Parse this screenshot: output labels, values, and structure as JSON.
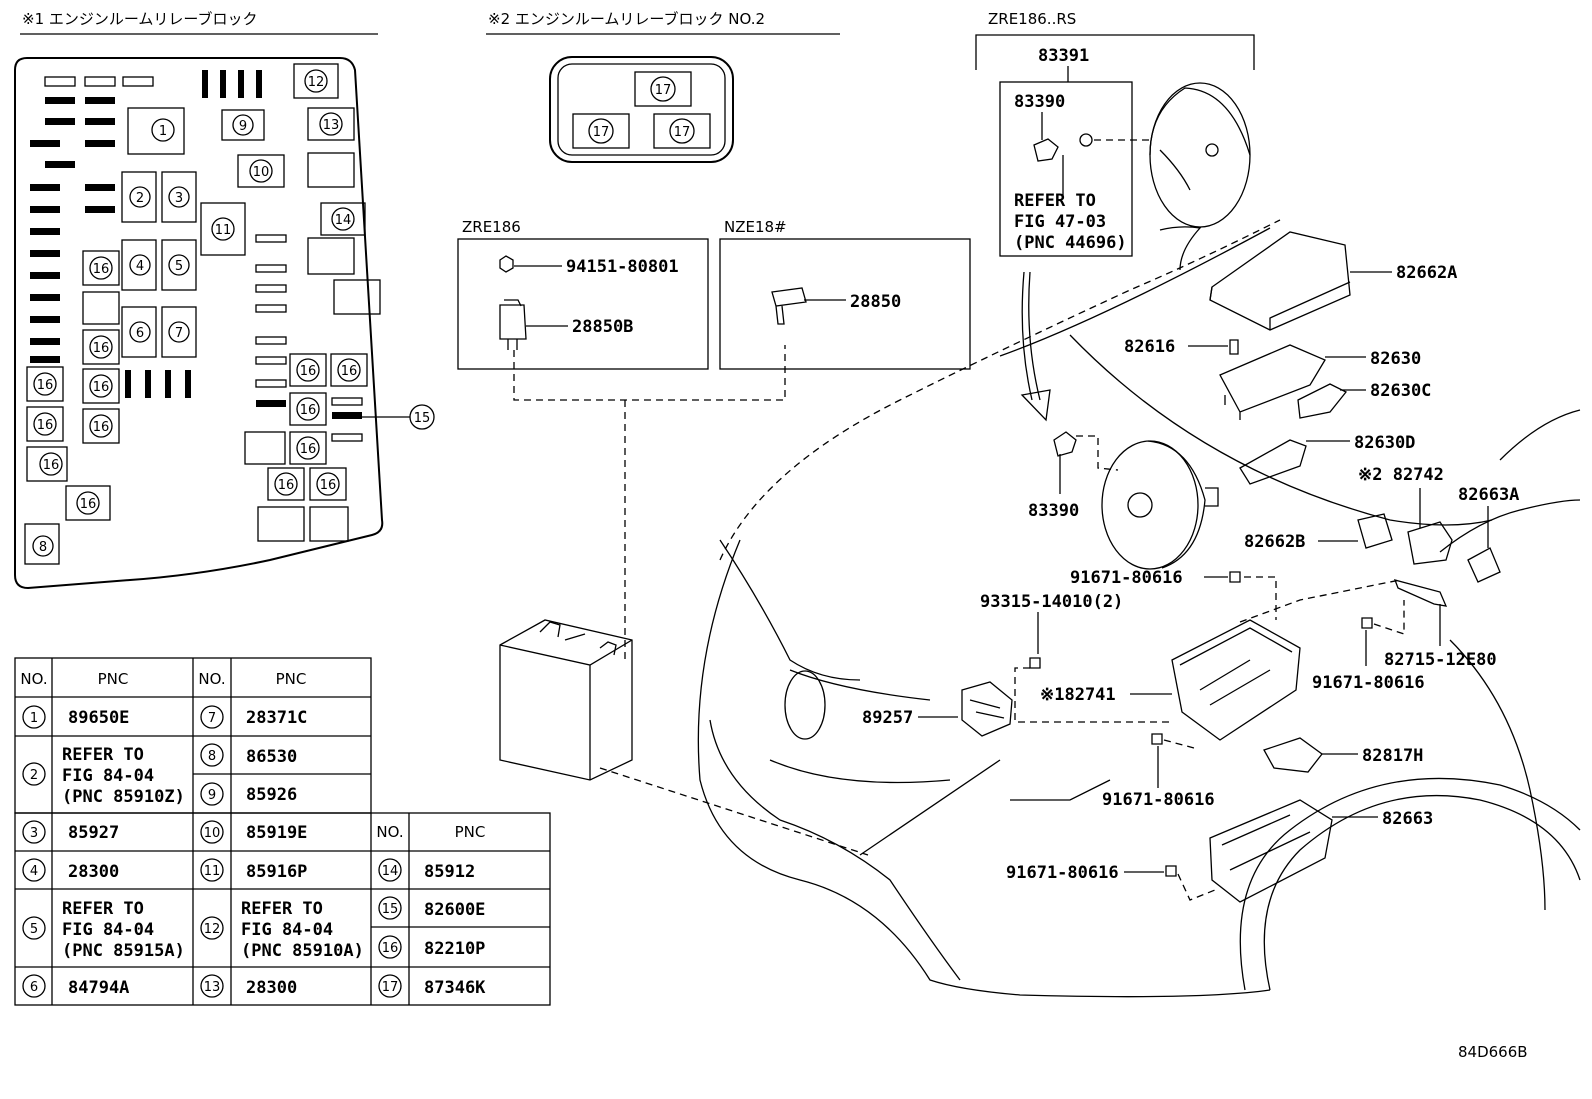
{
  "headers": {
    "relay_block_1": "※1 エンジンルームリレーブロック",
    "relay_block_2": "※2 エンジンルームリレーブロック NO.2",
    "zre186_rs": "ZRE186..RS",
    "zre186": "ZRE186",
    "nze18": "NZE18#"
  },
  "callouts": {
    "c83391": "83391",
    "c83390_top": "83390",
    "refer_1": "REFER TO",
    "refer_2": "FIG 47-03",
    "refer_3": "(PNC 44696)",
    "c94151": "94151-80801",
    "c28850b": "28850B",
    "c28850": "28850",
    "c82662a": "82662A",
    "c82616": "82616",
    "c82630": "82630",
    "c82630c": "82630C",
    "c82630d": "82630D",
    "c82742": "※2 82742",
    "c82663a": "82663A",
    "c83390": "83390",
    "c82662b": "82662B",
    "c91671_a": "91671-80616",
    "c93315": "93315-14010(2)",
    "c82715": "82715-12E80",
    "c91671_b": "91671-80616",
    "c89257": "89257",
    "c82741": "※182741",
    "c82817h": "82817H",
    "c91671_c": "91671-80616",
    "c82663": "82663",
    "c91671_d": "91671-80616",
    "drawing_id": "84D666B"
  },
  "fuse_numbers": [
    "1",
    "2",
    "3",
    "4",
    "5",
    "6",
    "7",
    "8",
    "9",
    "10",
    "11",
    "12",
    "13",
    "14",
    "15",
    "16",
    "17"
  ],
  "table": {
    "col_no": "NO.",
    "col_pnc": "PNC",
    "rows_left": [
      {
        "no": "1",
        "pnc": [
          "89650E"
        ]
      },
      {
        "no": "2",
        "pnc": [
          "REFER TO",
          "FIG 84-04",
          "(PNC 85910Z)"
        ]
      },
      {
        "no": "3",
        "pnc": [
          "85927"
        ]
      },
      {
        "no": "4",
        "pnc": [
          "28300"
        ]
      },
      {
        "no": "5",
        "pnc": [
          "REFER TO",
          "FIG 84-04",
          "(PNC 85915A)"
        ]
      },
      {
        "no": "6",
        "pnc": [
          "84794A"
        ]
      }
    ],
    "rows_mid": [
      {
        "no": "7",
        "pnc": [
          "28371C"
        ]
      },
      {
        "no": "8",
        "pnc": [
          "86530"
        ]
      },
      {
        "no": "9",
        "pnc": [
          "85926"
        ]
      },
      {
        "no": "10",
        "pnc": [
          "85919E"
        ]
      },
      {
        "no": "11",
        "pnc": [
          "85916P"
        ]
      },
      {
        "no": "12",
        "pnc": [
          "REFER TO",
          "FIG 84-04",
          "(PNC 85910A)"
        ]
      },
      {
        "no": "13",
        "pnc": [
          "28300"
        ]
      }
    ],
    "rows_right": [
      {
        "no": "14",
        "pnc": [
          "85912"
        ]
      },
      {
        "no": "15",
        "pnc": [
          "82600E"
        ]
      },
      {
        "no": "16",
        "pnc": [
          "82210P"
        ]
      },
      {
        "no": "17",
        "pnc": [
          "87346K"
        ]
      }
    ]
  }
}
